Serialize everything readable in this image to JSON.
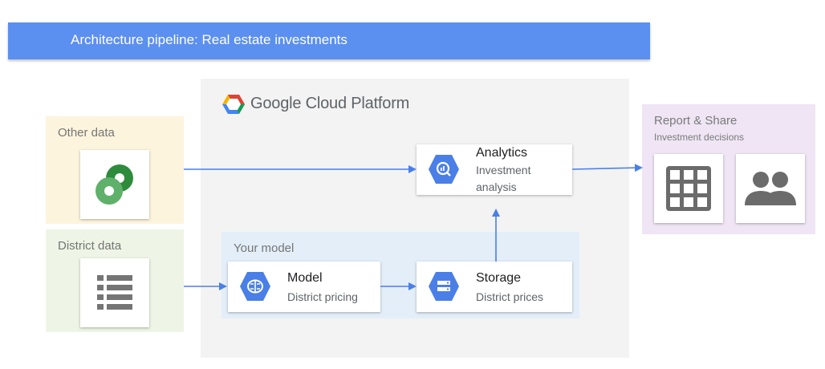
{
  "banner": {
    "title": "Architecture pipeline: Real estate investments"
  },
  "platform": {
    "name": "Google Cloud Platform",
    "logo_icon": "google-cloud-logo-icon"
  },
  "sources": {
    "other": {
      "label": "Other data",
      "icon": "dataprep-icon"
    },
    "district": {
      "label": "District data",
      "icon": "list-icon"
    }
  },
  "model_area": {
    "label": "Your model"
  },
  "nodes": {
    "analytics": {
      "title": "Analytics",
      "subtitle": "Investment analysis",
      "icon": "bigquery-icon"
    },
    "model": {
      "title": "Model",
      "subtitle": "District pricing",
      "icon": "ml-engine-icon"
    },
    "storage": {
      "title": "Storage",
      "subtitle": "District prices",
      "icon": "cloud-storage-icon"
    }
  },
  "report": {
    "title": "Report & Share",
    "subtitle": "Investment decisions",
    "icons": [
      "grid-table-icon",
      "people-icon"
    ]
  },
  "colors": {
    "banner": "#5b8ff0",
    "node_icon": "#4a7fe8",
    "arrow": "#4a7fe8",
    "other_panel": "#fdf4dd",
    "district_panel": "#eef5e6",
    "report_panel": "#efe5f5",
    "model_area": "#e3eef9"
  }
}
